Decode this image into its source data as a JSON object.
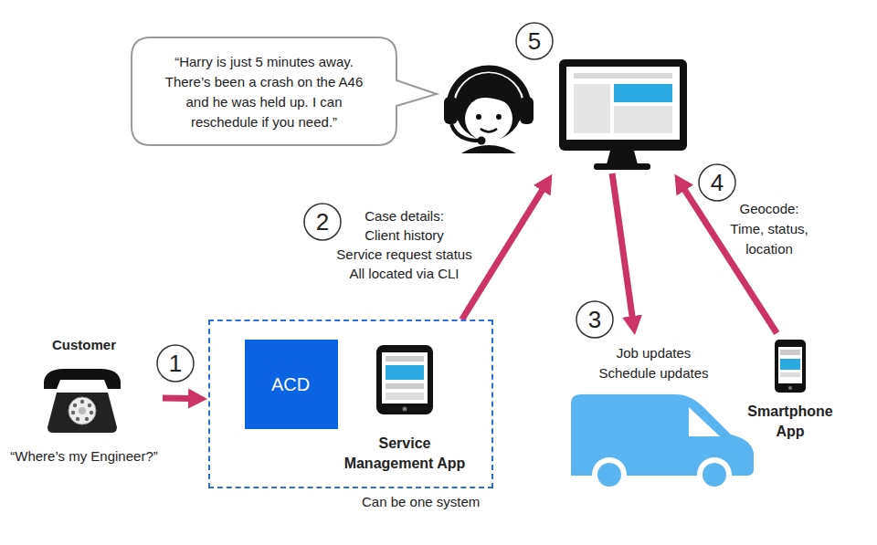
{
  "diagram": {
    "nodes": [
      {
        "text": [
          "“Harry is just 5 minutes away. There’s been a crash on the A46 and he was held up. I can reschedule if you need.”"
        ]
      },
      {
        "text": [
          "5"
        ]
      },
      {
        "text": [
          "Customer",
          "“Where’s my Engineer?”"
        ]
      },
      {
        "text": [
          "Can be one system"
        ]
      },
      {
        "text": [
          "ACD"
        ],
        "in": 3
      },
      {
        "text": [
          "Service Management App"
        ],
        "in": 3
      },
      {
        "text": [
          "Job updates Schedule updates"
        ]
      },
      {
        "text": [
          "Smartphone App"
        ]
      }
    ],
    "edges": [
      {
        "from": 2,
        "to": 3,
        "arrow": "to"
      },
      {
        "from": 3,
        "to": 1,
        "arrow": "to",
        "label": "Case details: Client history Service request status All located via CLI"
      },
      {
        "from": 1,
        "to": 6,
        "arrow": "to"
      },
      {
        "from": 7,
        "to": 1,
        "arrow": "to",
        "label": "Geocode: Time, status, location"
      }
    ],
    "labels": [
      "1",
      "2",
      "3",
      "4"
    ]
  }
}
